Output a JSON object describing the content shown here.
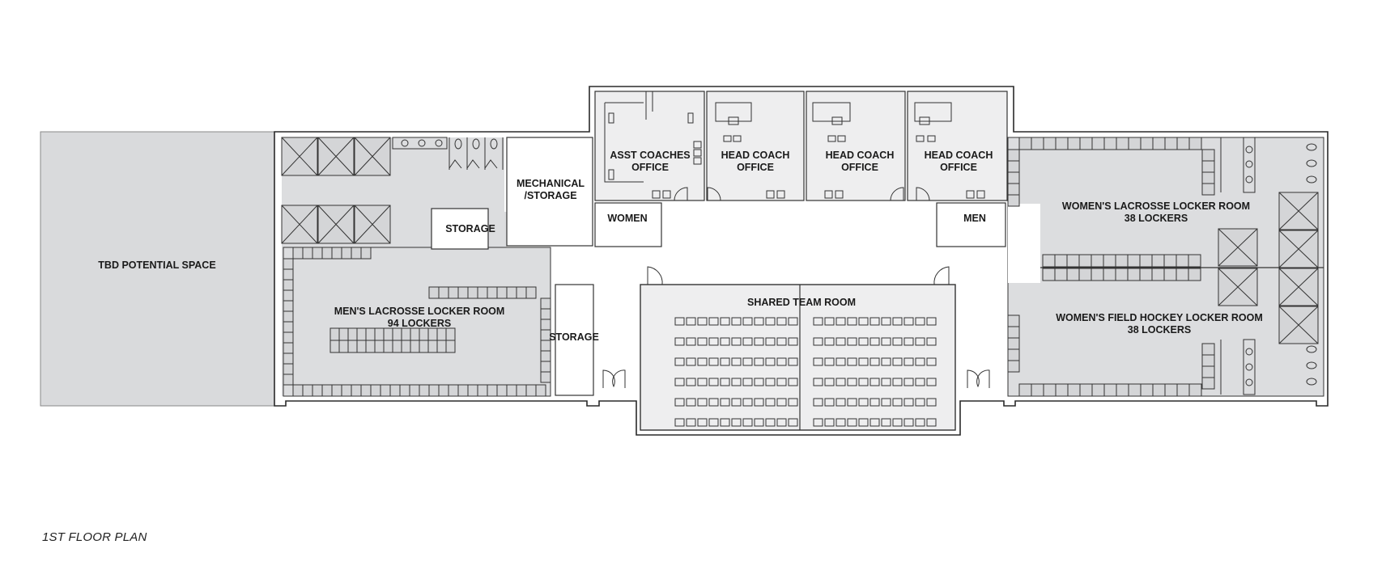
{
  "title": "1ST FLOOR PLAN",
  "colors": {
    "wall": "#2a2a2a",
    "locker_room_fill": "#dcdddf",
    "office_fill": "#eeeeef",
    "tbd_fill": "#d9dadc",
    "background": "#ffffff"
  },
  "rooms": {
    "tbd": {
      "name": "TBD POTENTIAL SPACE"
    },
    "mens_lacrosse": {
      "name": "MEN'S LACROSSE LOCKER ROOM",
      "lockers": "94 LOCKERS"
    },
    "storage_left": {
      "name": "STORAGE"
    },
    "mechanical": {
      "line1": "MECHANICAL",
      "line2": "/STORAGE"
    },
    "asst_coaches": {
      "line1": "ASST COACHES",
      "line2": "OFFICE"
    },
    "head_coach_1": {
      "line1": "HEAD COACH",
      "line2": "OFFICE"
    },
    "head_coach_2": {
      "line1": "HEAD COACH",
      "line2": "OFFICE"
    },
    "head_coach_3": {
      "line1": "HEAD COACH",
      "line2": "OFFICE"
    },
    "women_restroom": {
      "name": "WOMEN"
    },
    "men_restroom": {
      "name": "MEN"
    },
    "storage_center": {
      "name": "STORAGE"
    },
    "shared_team_room": {
      "name": "SHARED TEAM ROOM",
      "seat_rows": 6,
      "seats_per_row_each_side": 11
    },
    "womens_lacrosse": {
      "name": "WOMEN'S LACROSSE LOCKER ROOM",
      "lockers": "38 LOCKERS"
    },
    "womens_field_hockey": {
      "name": "WOMEN'S FIELD HOCKEY LOCKER ROOM",
      "lockers": "38 LOCKERS"
    }
  }
}
